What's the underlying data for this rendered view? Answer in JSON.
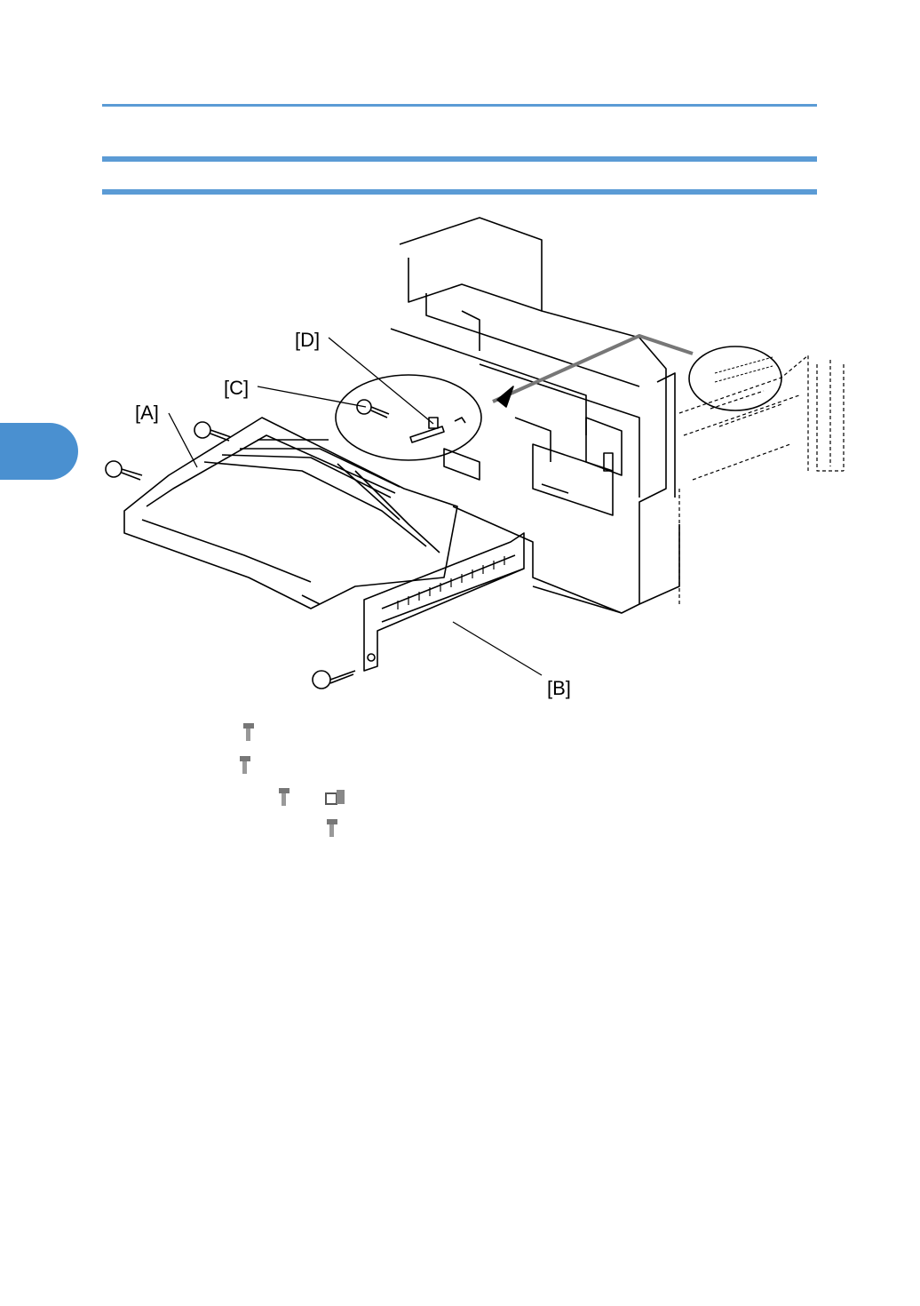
{
  "figure": {
    "callouts": {
      "A": "[A]",
      "B": "[B]",
      "C": "[C]",
      "D": "[D]"
    }
  },
  "steps": [
    {
      "icons": [
        "screw-icon"
      ]
    },
    {
      "icons": [
        "screw-icon"
      ]
    },
    {
      "icons": [
        "screw-icon",
        "connector-icon"
      ]
    },
    {
      "icons": [
        "screw-icon"
      ]
    }
  ],
  "colors": {
    "header_rule": "#5b9bd5",
    "side_tab": "#4a90d0"
  }
}
